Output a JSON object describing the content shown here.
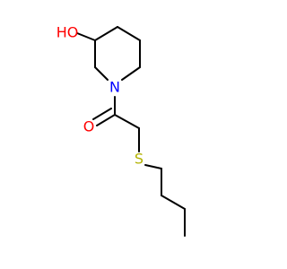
{
  "molecule": {
    "atoms": {
      "hydroxyl": {
        "text": "HO",
        "color": "#ff0000"
      },
      "nitrogen": {
        "text": "N",
        "color": "#0000ff"
      },
      "carbonyl_oxygen": {
        "text": "O",
        "color": "#ff0000"
      },
      "sulfur": {
        "text": "S",
        "color": "#b2b200"
      }
    },
    "bond_color": "#000000"
  }
}
